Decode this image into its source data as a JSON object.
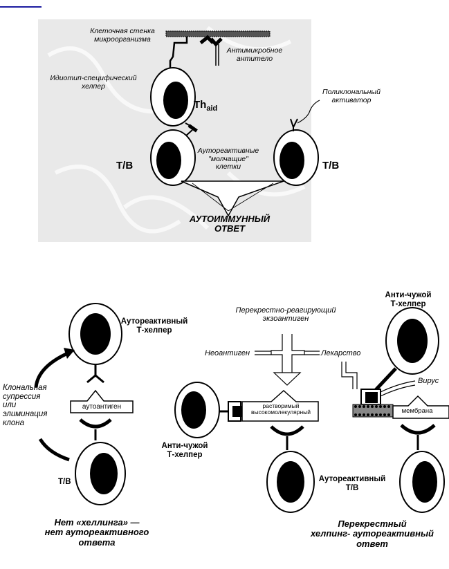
{
  "figure1": {
    "cell_wall": "Клеточная стенка\nмикроорганизма",
    "antimicrobial_antibody": "Антимикробное\nантитело",
    "idiotype_helper": "Идиотип-специфический\nхелпер",
    "th_main": "Th",
    "th_sub": "aid",
    "polyclonal_activator": "Поликлональный\nактиватор",
    "tb_left": "T/B",
    "tb_right": "T/B",
    "autoreactive_silent": "Аутореактивные\n\"молчащие\"\nклетки",
    "autoimmune_response": "АУТОИММУННЫЙ\nОТВЕТ"
  },
  "figure2": {
    "left": {
      "autoreactive_helper": "Аутореактивный\nТ-хелпер",
      "clonal_suppression": "Клональная\nсупрессия\nили\nэлиминация\nклона",
      "autoantigen": "аутоантиген",
      "tb": "T/B",
      "caption": "Нет «хеллинга» —\nнет аутореактивного\nответа"
    },
    "right": {
      "cross_reacting_exoantigen": "Перекрестно-реагирующий\nэкзоантиген",
      "neoantigen": "Неоантиген",
      "drug": "Лекарство",
      "anti_foreign_helper_top": "Анти-чужой\nТ-хелпер",
      "virus": "Вирус",
      "soluble_hmw": "растворимый\nвысокомолекулярный",
      "membrane": "мембрана",
      "anti_foreign_helper_left": "Анти-чужой\nТ-хелпер",
      "autoreactive_tb": "Аутореактивный\nT/B",
      "caption": "Перекрестный\nхелпинг- аутореактивный\nответ"
    }
  }
}
